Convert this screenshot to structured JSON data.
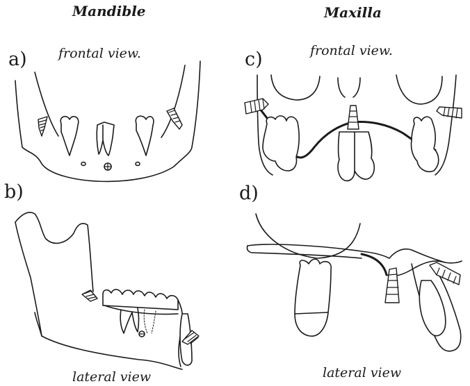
{
  "headers": {
    "left": "Mandible",
    "right": "Maxilla"
  },
  "panels": [
    {
      "id": "a",
      "label": "a)",
      "caption": "frontal view."
    },
    {
      "id": "b",
      "label": "b)",
      "caption": "lateral view"
    },
    {
      "id": "c",
      "label": "c)",
      "caption": "frontal view."
    },
    {
      "id": "d",
      "label": "d)",
      "caption": "lateral view"
    }
  ]
}
